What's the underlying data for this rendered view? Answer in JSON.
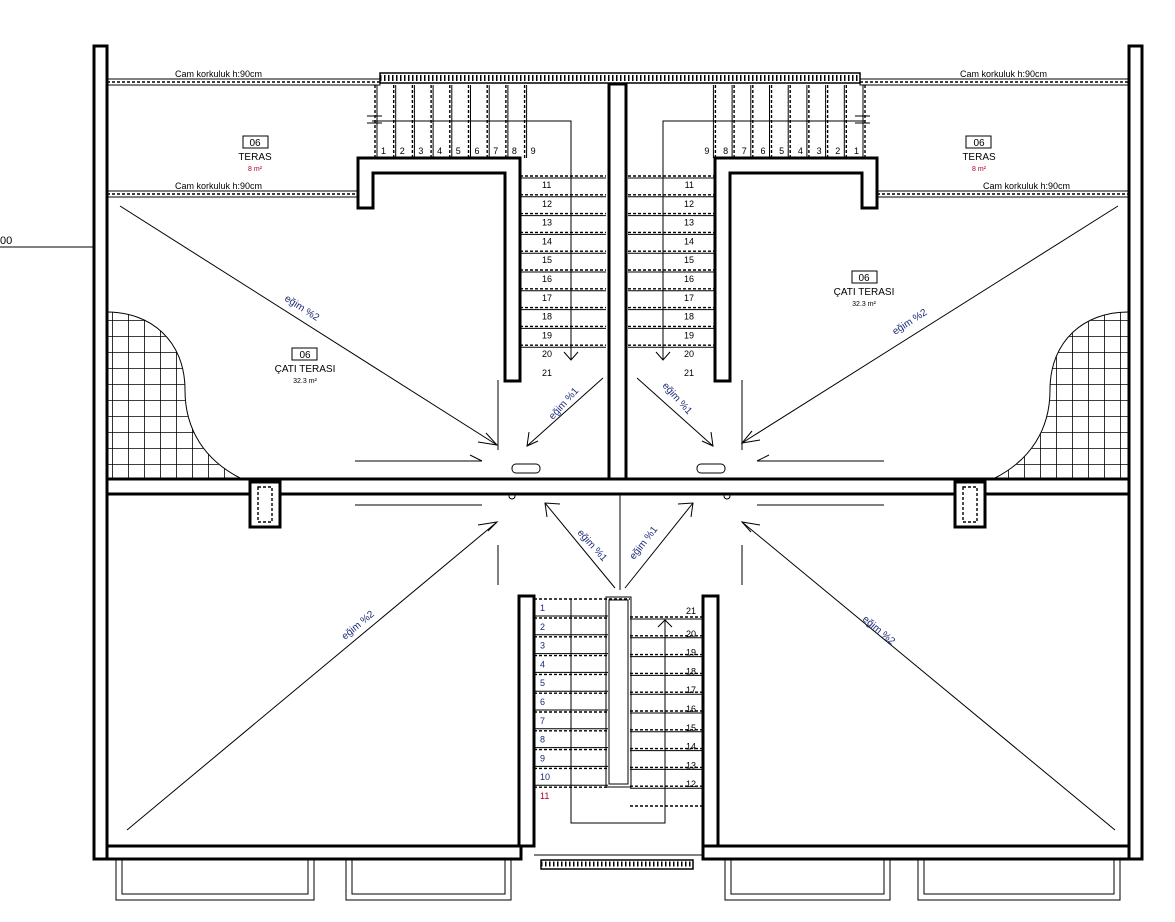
{
  "title": "Çatı kat planı",
  "level_label": "00",
  "railing_label": "Cam korkuluk h:90cm",
  "terrace": {
    "code": "06",
    "name": "TERAS",
    "area": "8 m²"
  },
  "roof_terrace": {
    "code": "06",
    "name": "ÇATI TERASI",
    "area": "32.3 m²"
  },
  "slope_2": "eğim %2",
  "slope_1": "eğim %1",
  "upper_stair_top_steps": [
    "1",
    "2",
    "3",
    "4",
    "5",
    "6",
    "7",
    "8",
    "9"
  ],
  "upper_stair_side_steps": [
    "11",
    "12",
    "13",
    "14",
    "15",
    "16",
    "17",
    "18",
    "19",
    "20",
    "21"
  ],
  "lower_stair_left_steps": [
    "1",
    "2",
    "3",
    "4",
    "5",
    "6",
    "7",
    "8",
    "9",
    "10",
    "11"
  ],
  "lower_stair_right_steps": [
    "21",
    "20",
    "19",
    "18",
    "17",
    "16",
    "15",
    "14",
    "13",
    "12"
  ],
  "colors": {
    "line": "#000000",
    "text_blue": "#1a2a7a",
    "text_red": "#b00020"
  }
}
